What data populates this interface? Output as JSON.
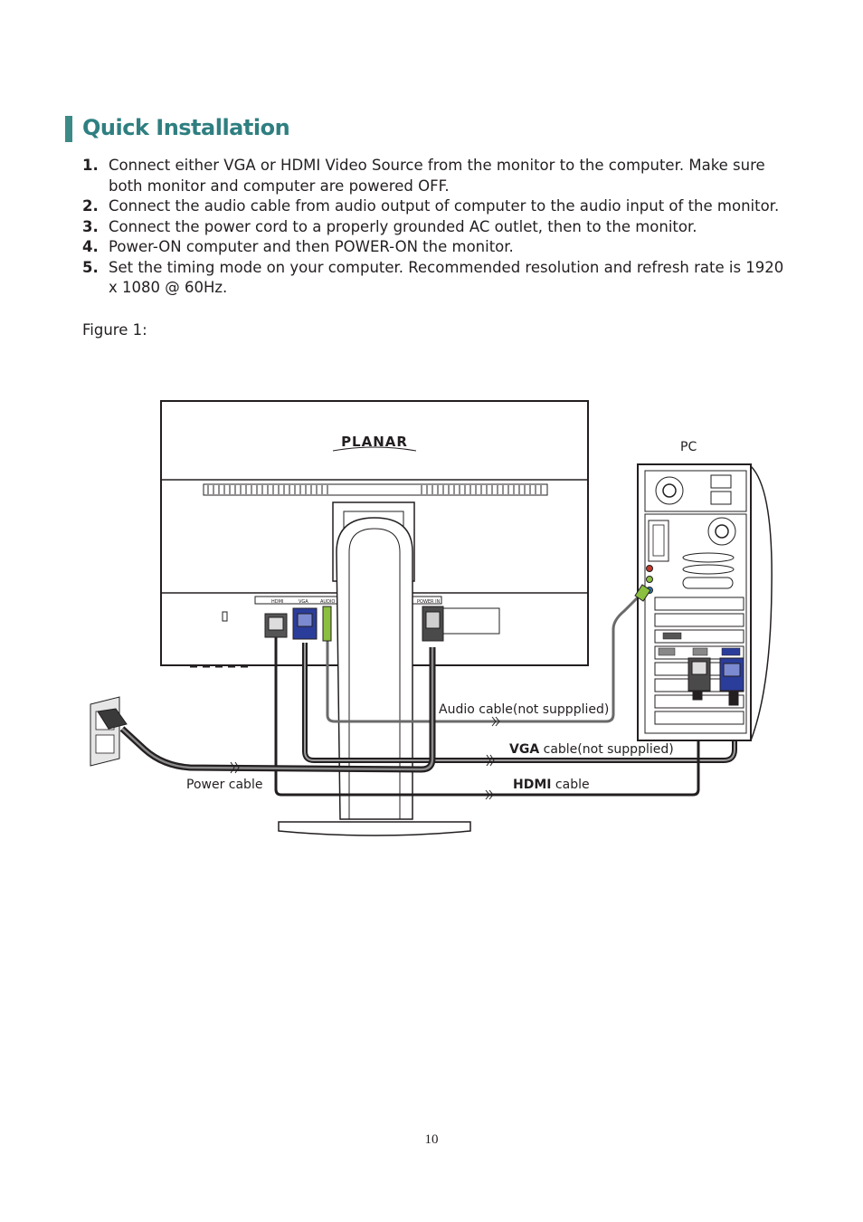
{
  "heading": "Quick Installation",
  "steps": [
    {
      "num": "1.",
      "text": "Connect either VGA or HDMI Video Source from the monitor to the computer. Make sure both monitor and computer are powered OFF."
    },
    {
      "num": "2.",
      "text": "Connect the audio cable from audio output of computer to the audio input of the monitor."
    },
    {
      "num": "3.",
      "text": "Connect the power cord to a properly grounded AC outlet, then to the monitor."
    },
    {
      "num": "4.",
      "text": "Power-ON computer and then POWER-ON the monitor."
    },
    {
      "num": "5.",
      "text": "Set the timing mode on your computer. Recommended resolution and refresh rate is 1920 x 1080 @ 60Hz."
    }
  ],
  "figure_caption": "Figure 1:",
  "figure": {
    "brand": "PLANAR",
    "pc_label": "PC",
    "port_labels": {
      "hdmi": "HDMI",
      "vga": "VGA",
      "audio": "AUDIO IN",
      "power": "POWER IN"
    },
    "audio_cable_label": "Audio cable(not suppplied)",
    "vga_cable_bold": "VGA",
    "vga_cable_rest": " cable(not suppplied)",
    "hdmi_cable_bold": "HDMI",
    "hdmi_cable_rest": " cable",
    "power_cable_label": "Power cable"
  },
  "page_number": "10",
  "colors": {
    "accent": "#3c8a86",
    "vga_blue": "#2b3d9a",
    "audio_green": "#8bbf3f"
  }
}
